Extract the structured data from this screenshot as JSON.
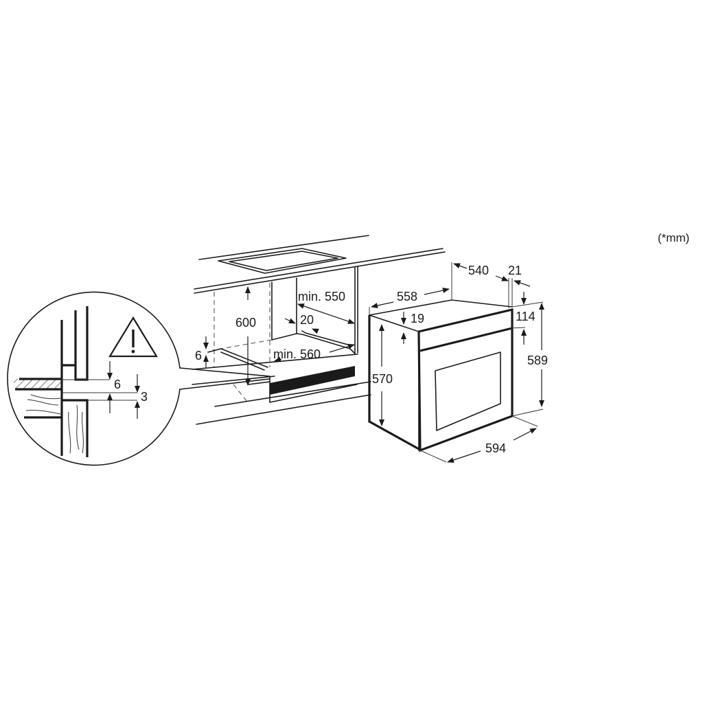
{
  "units_note": "(*mm)",
  "detail_view": {
    "warning_icon": "warning-triangle-icon",
    "gap_top": "6",
    "gap_bottom": "3"
  },
  "cabinet": {
    "niche_height": "600",
    "niche_depth_min": "min. 550",
    "rear_gap": "20",
    "niche_width_min": "min. 560",
    "side_offset": "6"
  },
  "oven": {
    "body_width": "558",
    "depth": "540",
    "front_thickness": "21",
    "top_offset": "19",
    "panel_height": "114",
    "body_height": "570",
    "front_height": "589",
    "front_width": "594"
  }
}
